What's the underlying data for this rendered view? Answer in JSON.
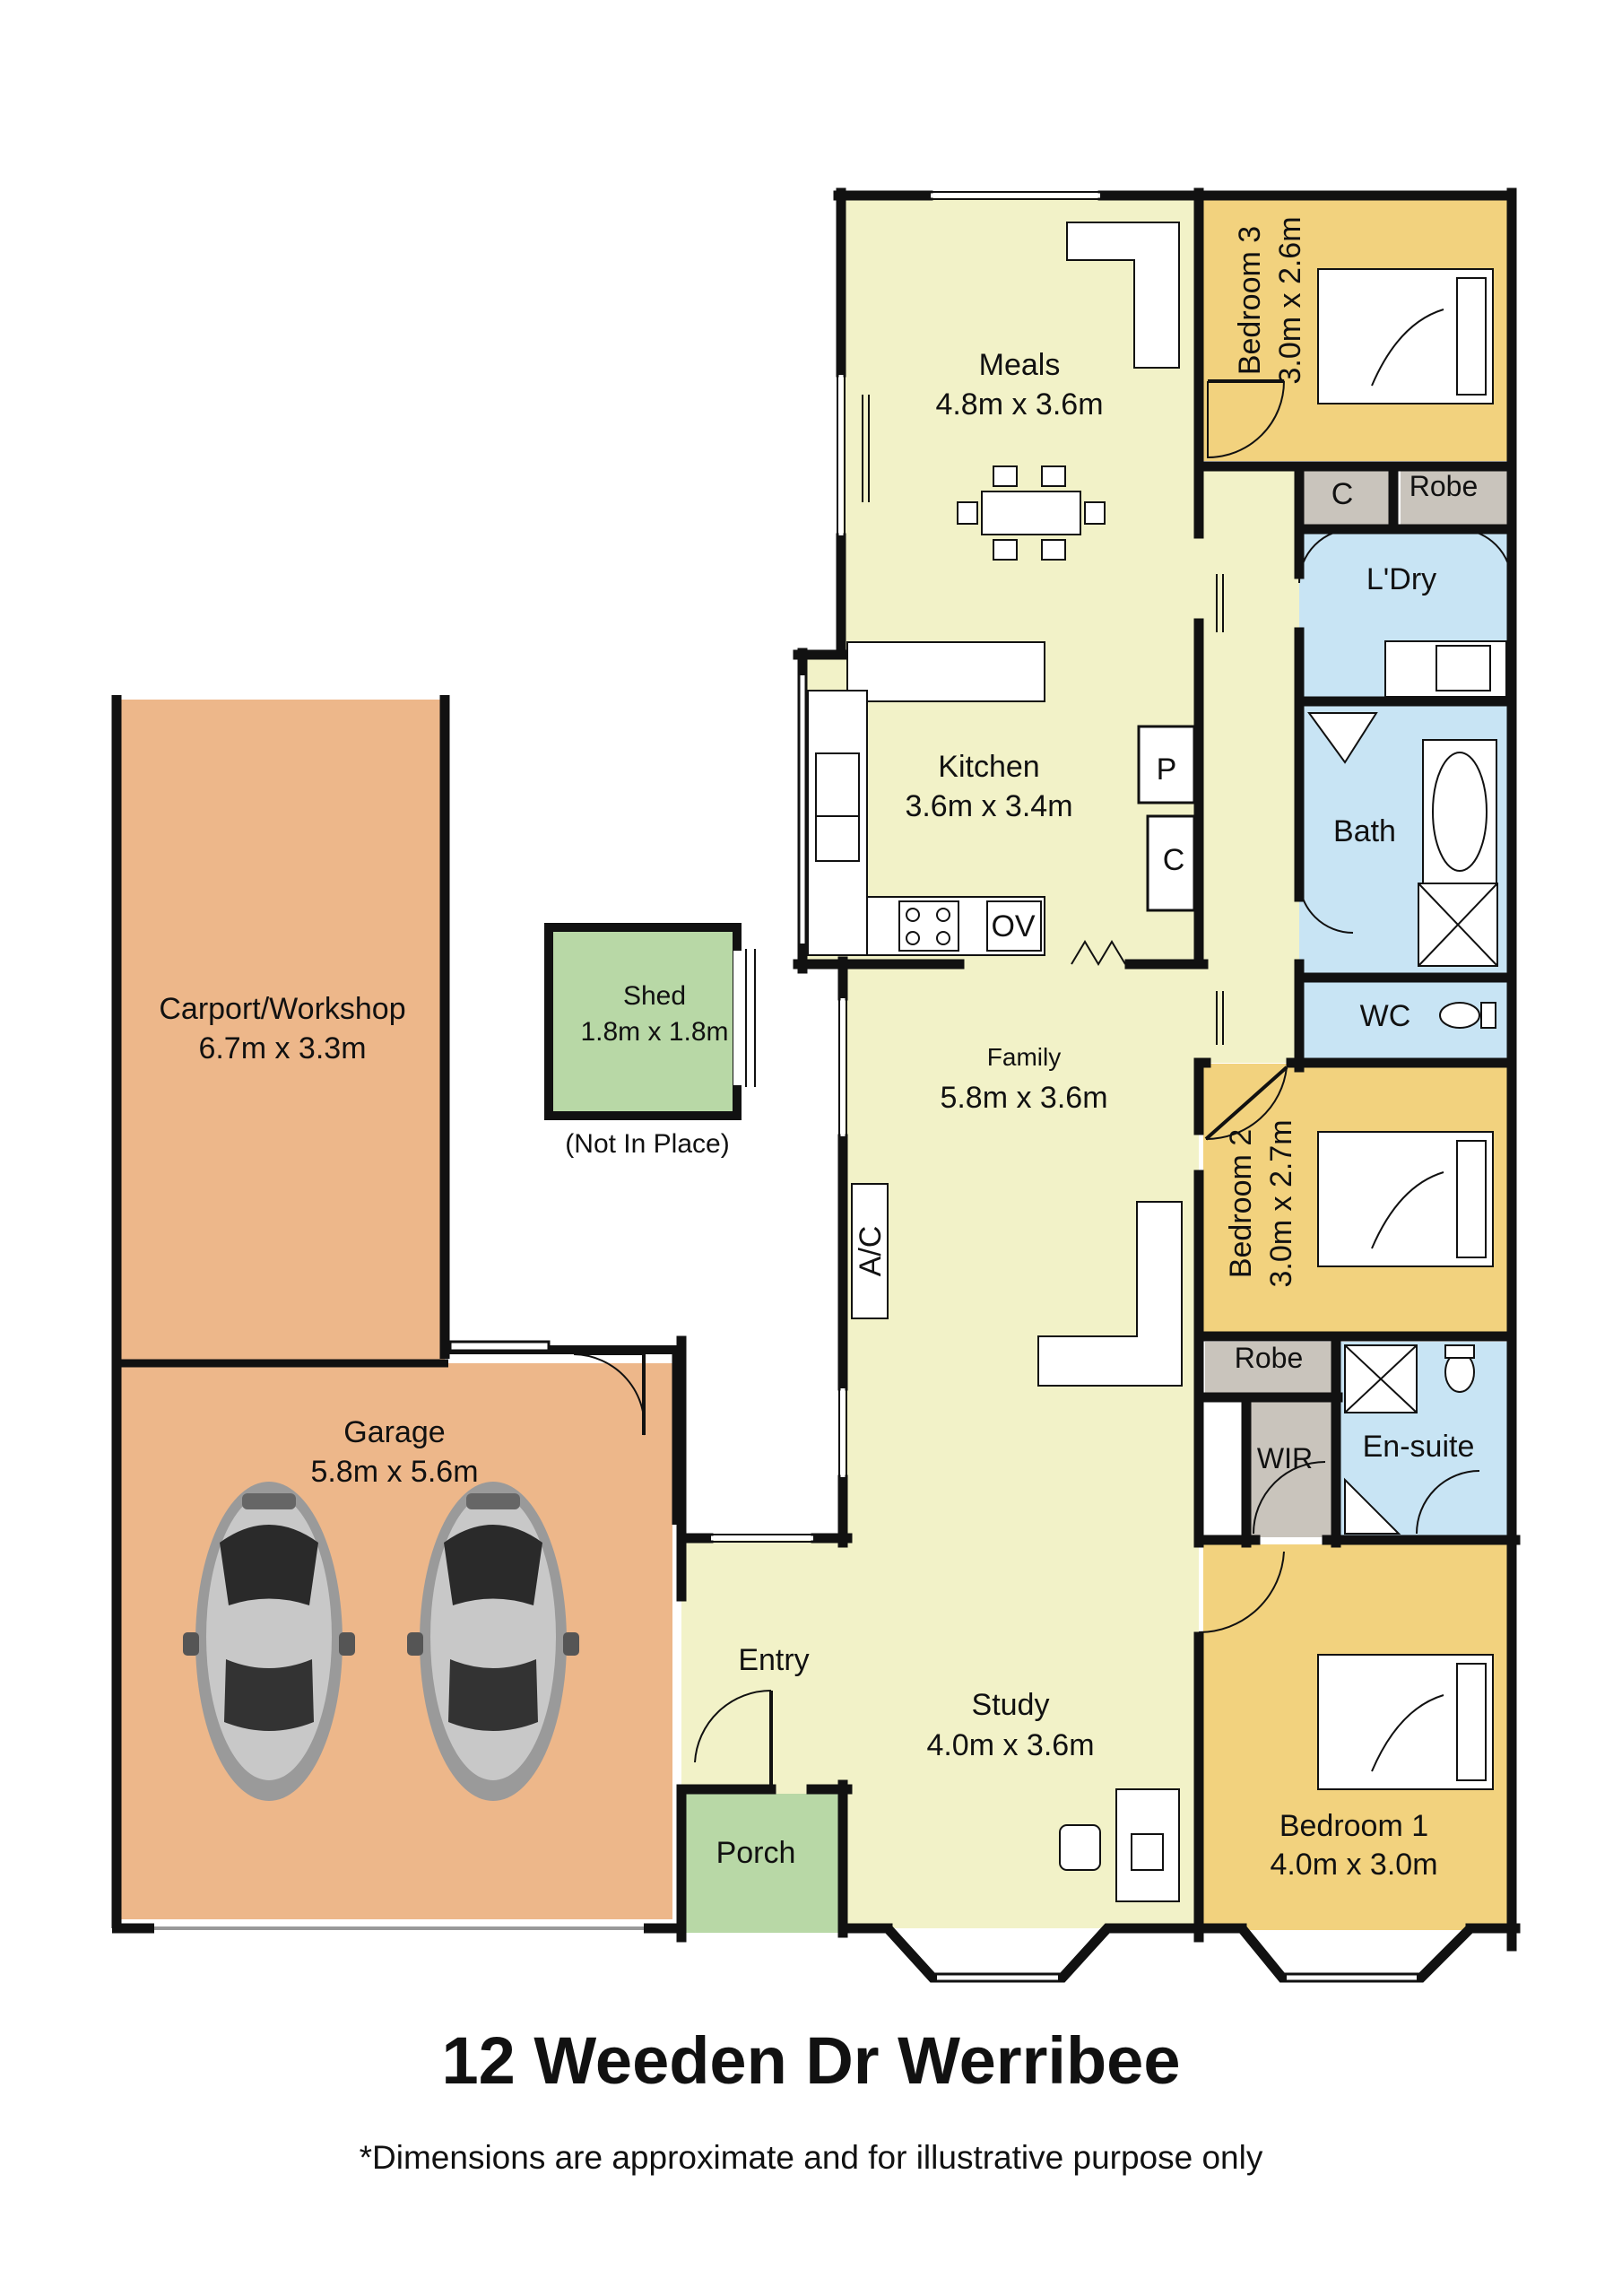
{
  "colors": {
    "living": "#f2f2c8",
    "bedroom": "#f2d27e",
    "wet": "#c8e4f4",
    "garage": "#edb78a",
    "porch": "#b8d8a6",
    "storage": "#c9c4bc",
    "wall": "#111111"
  },
  "rooms": {
    "meals": {
      "name": "Meals",
      "size": "4.8m x 3.6m"
    },
    "kitchen": {
      "name": "Kitchen",
      "size": "3.6m x 3.4m"
    },
    "family": {
      "name": "Family",
      "size": "5.8m x 3.6m"
    },
    "study": {
      "name": "Study",
      "size": "4.0m x 3.6m"
    },
    "entry": {
      "name": "Entry"
    },
    "porch": {
      "name": "Porch"
    },
    "bedroom3": {
      "name": "Bedroom 3",
      "size": "3.0m x 2.6m"
    },
    "bedroom2": {
      "name": "Bedroom 2",
      "size": "3.0m x 2.7m"
    },
    "bedroom1": {
      "name": "Bedroom 1",
      "size": "4.0m x 3.0m"
    },
    "laundry": {
      "name": "L'Dry"
    },
    "bath": {
      "name": "Bath"
    },
    "wc": {
      "name": "WC"
    },
    "ensuite": {
      "name": "En-suite"
    },
    "wir": {
      "name": "WIR"
    },
    "robe1": {
      "name": "Robe"
    },
    "robe2": {
      "name": "Robe"
    },
    "linen_c": {
      "name": "C"
    },
    "pantry": {
      "name": "P"
    },
    "cupboard_c": {
      "name": "C"
    },
    "oven": {
      "name": "OV"
    },
    "ac": {
      "name": "A/C"
    },
    "carport": {
      "name": "Carport/Workshop",
      "size": "6.7m x 3.3m"
    },
    "garage": {
      "name": "Garage",
      "size": "5.8m x 5.6m"
    },
    "shed": {
      "name": "Shed",
      "size": "1.8m x 1.8m",
      "note": "(Not In Place)"
    }
  },
  "address": "12 Weeden Dr Werribee",
  "disclaimer": "*Dimensions are approximate and for illustrative purpose only"
}
